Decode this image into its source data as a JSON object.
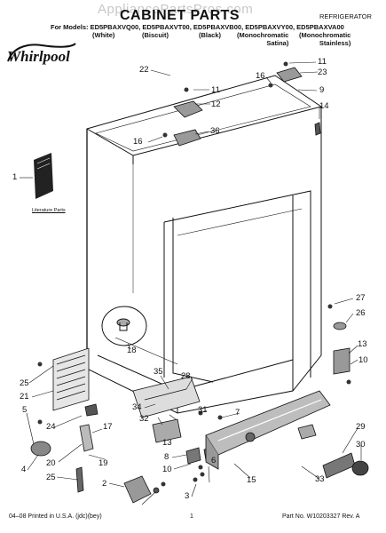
{
  "header": {
    "watermark": "AppliancePartsPros.com",
    "title": "CABINET PARTS",
    "category": "REFRIGERATOR",
    "models_line": "For Models: ED5PBAXVQ00, ED5PBAXVT00, ED5PBAXVB00, ED5PBAXVY00, ED5PBAXVA00",
    "variants": [
      "(White)",
      "(Biscuit)",
      "(Black)",
      "(Monochromatic\nSatina)",
      "(Monochromatic\nStainless)"
    ]
  },
  "brand": {
    "logo_text": "Whirlpool"
  },
  "literature_label": "Literature Parts",
  "part_numbers": [
    "1",
    "2",
    "3",
    "4",
    "5",
    "6",
    "7",
    "8",
    "9",
    "10",
    "11",
    "12",
    "13",
    "14",
    "15",
    "16",
    "17",
    "18",
    "19",
    "20",
    "21",
    "22",
    "23",
    "24",
    "25",
    "26",
    "27",
    "28",
    "29",
    "30",
    "31",
    "32",
    "33",
    "34",
    "35",
    "36"
  ],
  "footer": {
    "left": "04–08 Printed in U.S.A. (jdc)(bey)",
    "page": "1",
    "right": "Part No. W10203327 Rev. A"
  }
}
